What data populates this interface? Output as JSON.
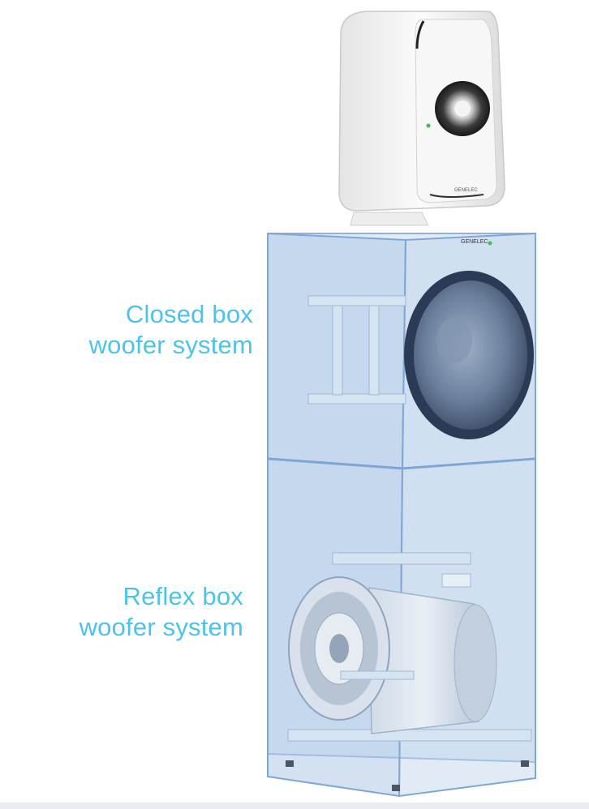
{
  "labels": {
    "closed": {
      "line1": "Closed box",
      "line2": "woofer system"
    },
    "reflex": {
      "line1": "Reflex box",
      "line2": "woofer system"
    }
  },
  "brand_marks": [
    "GENELEC",
    "GENELEC"
  ],
  "colors": {
    "label": "#4cc3ea",
    "enclosure_fill": "#bcd3ea",
    "enclosure_edge": "#7fa6d4",
    "driver_cone": "#4a5d7a",
    "monitor_body": "#f2f2f2"
  },
  "icons": [
    "studio-monitor-icon",
    "woofer-driver-icon",
    "ported-woofer-icon"
  ]
}
